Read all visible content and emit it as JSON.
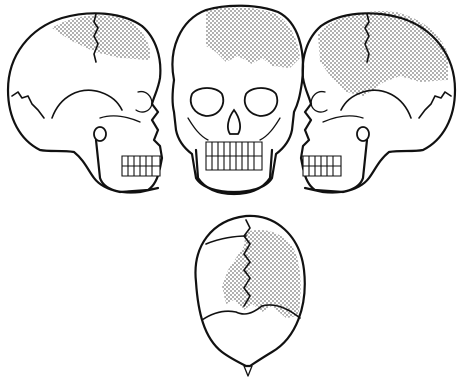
{
  "figure": {
    "views": [
      {
        "id": "left-lateral",
        "shaded_region": "parietal"
      },
      {
        "id": "frontal",
        "shaded_region": "frontal-right"
      },
      {
        "id": "right-lateral",
        "shaded_region": "frontal-parietal"
      },
      {
        "id": "superior",
        "shaded_region": "parietal"
      }
    ],
    "colors": {
      "ink": "#111111",
      "shading": "#7a7a7a",
      "background": "#ffffff"
    }
  }
}
